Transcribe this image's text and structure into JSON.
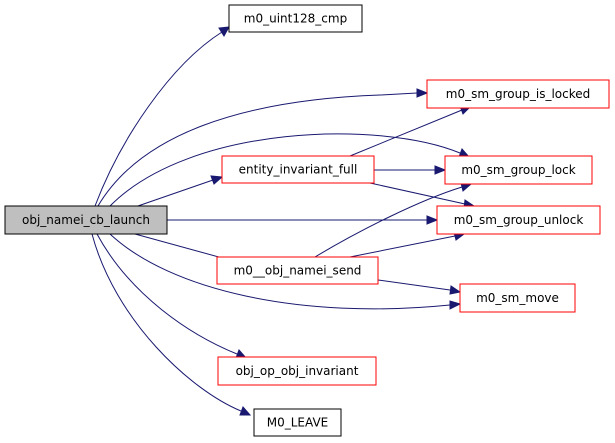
{
  "graph": {
    "root": {
      "id": "obj_namei_cb_launch",
      "label": "obj_namei_cb_launch"
    },
    "nodes": [
      {
        "id": "m0_uint128_cmp",
        "label": "m0_uint128_cmp"
      },
      {
        "id": "m0_sm_group_is_locked",
        "label": "m0_sm_group_is_locked"
      },
      {
        "id": "entity_invariant_full",
        "label": "entity_invariant_full"
      },
      {
        "id": "m0_sm_group_lock",
        "label": "m0_sm_group_lock"
      },
      {
        "id": "m0_sm_group_unlock",
        "label": "m0_sm_group_unlock"
      },
      {
        "id": "m0__obj_namei_send",
        "label": "m0__obj_namei_send"
      },
      {
        "id": "m0_sm_move",
        "label": "m0_sm_move"
      },
      {
        "id": "obj_op_obj_invariant",
        "label": "obj_op_obj_invariant"
      },
      {
        "id": "M0_LEAVE",
        "label": "M0_LEAVE"
      }
    ],
    "edges": [
      {
        "from": "obj_namei_cb_launch",
        "to": "m0_uint128_cmp"
      },
      {
        "from": "obj_namei_cb_launch",
        "to": "m0_sm_group_is_locked"
      },
      {
        "from": "obj_namei_cb_launch",
        "to": "m0_sm_group_lock"
      },
      {
        "from": "obj_namei_cb_launch",
        "to": "entity_invariant_full"
      },
      {
        "from": "obj_namei_cb_launch",
        "to": "m0_sm_group_unlock"
      },
      {
        "from": "obj_namei_cb_launch",
        "to": "m0__obj_namei_send"
      },
      {
        "from": "obj_namei_cb_launch",
        "to": "m0_sm_move"
      },
      {
        "from": "obj_namei_cb_launch",
        "to": "obj_op_obj_invariant"
      },
      {
        "from": "obj_namei_cb_launch",
        "to": "M0_LEAVE"
      },
      {
        "from": "entity_invariant_full",
        "to": "m0_sm_group_is_locked"
      },
      {
        "from": "entity_invariant_full",
        "to": "m0_sm_group_lock"
      },
      {
        "from": "entity_invariant_full",
        "to": "m0_sm_group_unlock"
      },
      {
        "from": "m0__obj_namei_send",
        "to": "m0_sm_group_lock"
      },
      {
        "from": "m0__obj_namei_send",
        "to": "m0_sm_group_unlock"
      },
      {
        "from": "m0__obj_namei_send",
        "to": "m0_sm_move"
      }
    ]
  },
  "colors": {
    "root_fill": "#bfbfbf",
    "root_border": "#000000",
    "node_fill": "#ffffff",
    "node_border_red": "#ff0000",
    "node_border_black": "#000000",
    "edge": "#191970"
  }
}
